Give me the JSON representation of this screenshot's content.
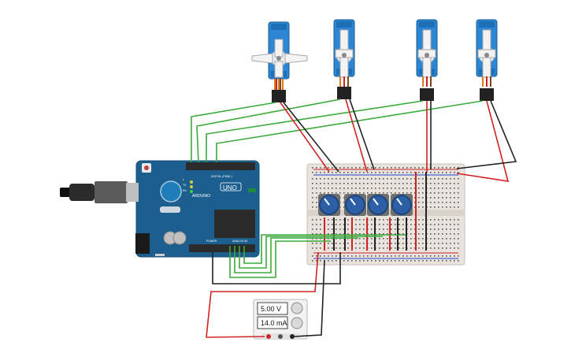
{
  "arduino": {
    "brand": "ARDUINO",
    "model": "UNO",
    "digital_label": "DIGITAL (PWM~)",
    "power_label": "POWER",
    "analog_label": "ANALOG IN",
    "tx_label": "TX",
    "rx_label": "RX",
    "l_label": "L"
  },
  "power_supply": {
    "voltage": "5.00 V",
    "current": "14.0 mA"
  },
  "servos": [
    {
      "id": "servo-1",
      "horn": "cross"
    },
    {
      "id": "servo-2",
      "horn": "star"
    },
    {
      "id": "servo-3",
      "horn": "star"
    },
    {
      "id": "servo-4",
      "horn": "star"
    }
  ],
  "potentiometers": [
    {
      "id": "pot-1"
    },
    {
      "id": "pot-2"
    },
    {
      "id": "pot-3"
    },
    {
      "id": "pot-4"
    }
  ],
  "colors": {
    "servo_body": "#2d86d4",
    "arduino_board": "#1c5f8f",
    "breadboard": "#e8e3dc",
    "wire_red": "#d12222",
    "wire_black": "#222222",
    "wire_green": "#3caa3c",
    "wire_orange": "#e07a1f",
    "pot_knob": "#2c5fa6"
  }
}
